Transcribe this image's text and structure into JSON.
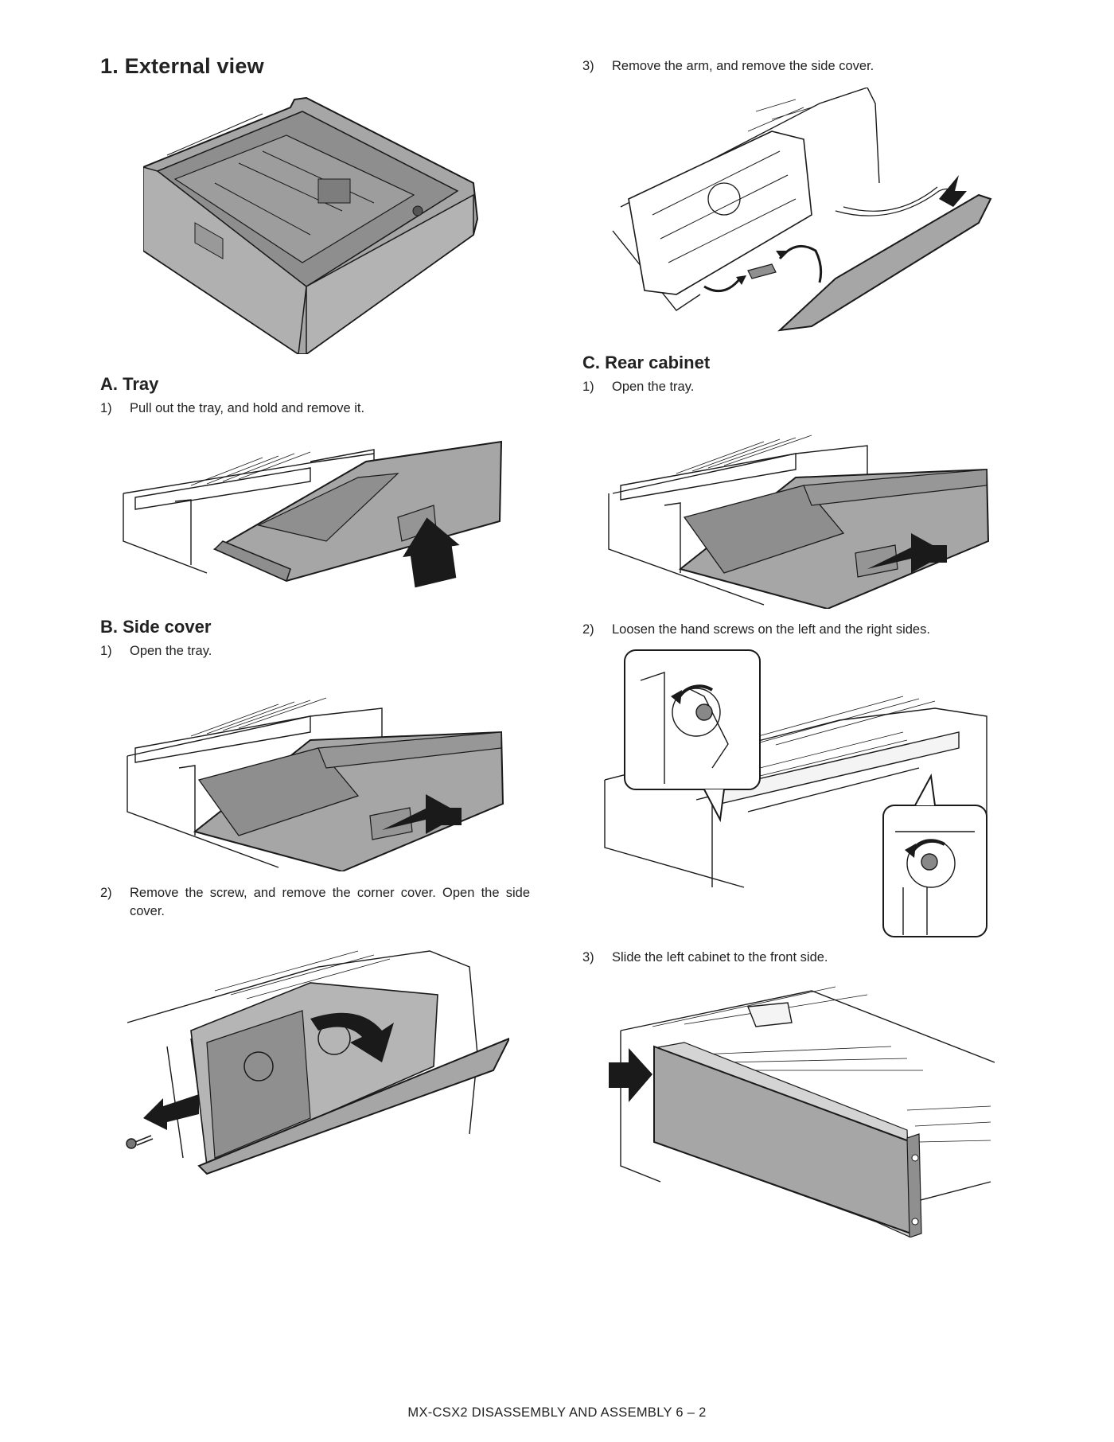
{
  "page_title": "1.   External view",
  "sections": {
    "tray": {
      "heading": "A.  Tray",
      "steps": [
        {
          "num": "1)",
          "text": "Pull out the tray, and hold and remove it."
        }
      ]
    },
    "side_cover": {
      "heading": "B.  Side cover",
      "steps": [
        {
          "num": "1)",
          "text": "Open the tray."
        },
        {
          "num": "2)",
          "text": "Remove the screw, and remove the corner cover. Open the side cover."
        },
        {
          "num": "3)",
          "text": "Remove the arm, and remove the side cover."
        }
      ]
    },
    "rear_cabinet": {
      "heading": "C.  Rear cabinet",
      "steps": [
        {
          "num": "1)",
          "text": "Open the tray."
        },
        {
          "num": "2)",
          "text": "Loosen the hand screws on the left and the right sides."
        },
        {
          "num": "3)",
          "text": "Slide the left cabinet to the front side."
        }
      ]
    }
  },
  "footer": "MX-CSX2  DISASSEMBLY AND ASSEMBLY  6 – 2",
  "colors": {
    "text": "#222222",
    "part_fill": "#a6a6a6",
    "line": "#1a1a1a",
    "arrow": "#1a1a1a"
  }
}
